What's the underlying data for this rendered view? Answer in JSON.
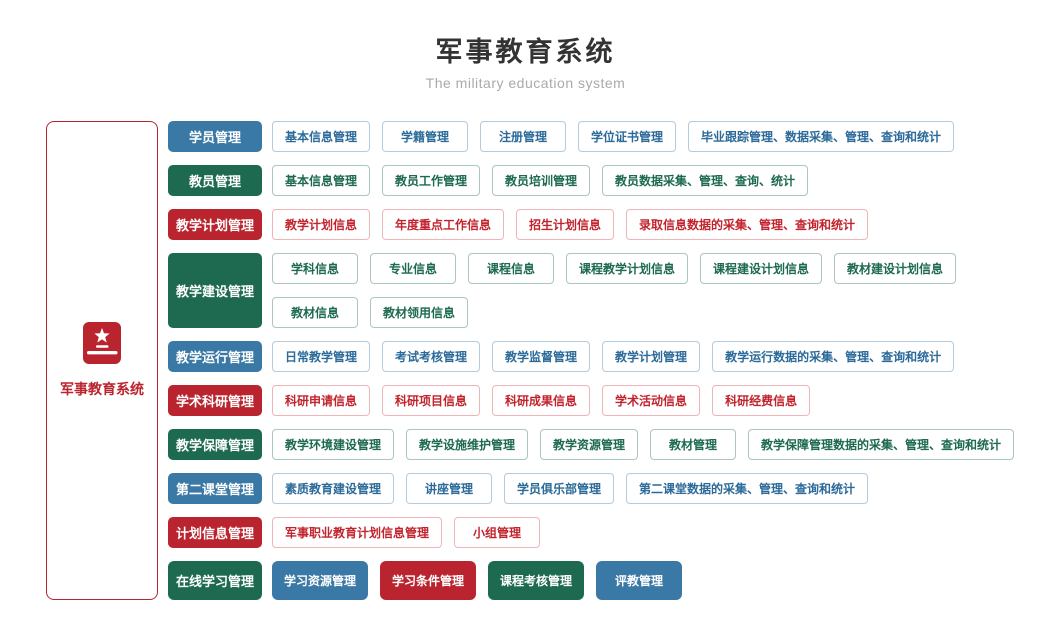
{
  "header": {
    "title": "军事教育系统",
    "subtitle": "The military education system"
  },
  "root": {
    "label": "军事教育系统",
    "icon": "book-icon"
  },
  "colors": {
    "blue": "#3a78a5",
    "green": "#1d6a50",
    "red": "#b9242e",
    "red_bright": "#c2242e",
    "blue_dark": "#2b6a99",
    "blue_light": "#b3cbde",
    "green_light": "#a9c8bb",
    "red_light": "#eeb5b9"
  },
  "groups": [
    {
      "label": "学员管理",
      "color": "blue",
      "item_rows": [
        [
          {
            "label": "基本信息管理"
          },
          {
            "label": "学籍管理"
          },
          {
            "label": "注册管理"
          },
          {
            "label": "学位证书管理"
          },
          {
            "label": "毕业跟踪管理、数据采集、管理、查询和统计"
          }
        ]
      ]
    },
    {
      "label": "教员管理",
      "color": "green",
      "item_rows": [
        [
          {
            "label": "基本信息管理"
          },
          {
            "label": "教员工作管理"
          },
          {
            "label": "教员培训管理"
          },
          {
            "label": "教员数据采集、管理、查询、统计"
          }
        ]
      ]
    },
    {
      "label": "教学计划管理",
      "color": "red",
      "item_rows": [
        [
          {
            "label": "教学计划信息"
          },
          {
            "label": "年度重点工作信息"
          },
          {
            "label": "招生计划信息"
          },
          {
            "label": "录取信息数据的采集、管理、查询和统计"
          }
        ]
      ]
    },
    {
      "label": "教学建设管理",
      "color": "green",
      "item_rows": [
        [
          {
            "label": "学科信息"
          },
          {
            "label": "专业信息"
          },
          {
            "label": "课程信息"
          },
          {
            "label": "课程教学计划信息"
          },
          {
            "label": "课程建设计划信息"
          },
          {
            "label": "教材建设计划信息"
          }
        ],
        [
          {
            "label": "教材信息"
          },
          {
            "label": "教材领用信息"
          }
        ]
      ]
    },
    {
      "label": "教学运行管理",
      "color": "blue",
      "item_rows": [
        [
          {
            "label": "日常教学管理"
          },
          {
            "label": "考试考核管理"
          },
          {
            "label": "教学监督管理"
          },
          {
            "label": "教学计划管理"
          },
          {
            "label": "教学运行数据的采集、管理、查询和统计"
          }
        ]
      ]
    },
    {
      "label": "学术科研管理",
      "color": "red",
      "item_rows": [
        [
          {
            "label": "科研申请信息"
          },
          {
            "label": "科研项目信息"
          },
          {
            "label": "科研成果信息"
          },
          {
            "label": "学术活动信息"
          },
          {
            "label": "科研经费信息"
          }
        ]
      ]
    },
    {
      "label": "教学保障管理",
      "color": "green",
      "item_rows": [
        [
          {
            "label": "教学环境建设管理"
          },
          {
            "label": "教学设施维护管理"
          },
          {
            "label": "教学资源管理"
          },
          {
            "label": "教材管理"
          },
          {
            "label": "教学保障管理数据的采集、管理、查询和统计"
          }
        ]
      ]
    },
    {
      "label": "第二课堂管理",
      "color": "blue",
      "item_rows": [
        [
          {
            "label": "素质教育建设管理"
          },
          {
            "label": "讲座管理"
          },
          {
            "label": "学员俱乐部管理"
          },
          {
            "label": "第二课堂数据的采集、管理、查询和统计"
          }
        ]
      ]
    },
    {
      "label": "计划信息管理",
      "color": "red",
      "item_rows": [
        [
          {
            "label": "军事职业教育计划信息管理"
          },
          {
            "label": "小组管理"
          }
        ]
      ]
    },
    {
      "label": "在线学习管理",
      "color": "green",
      "large": true,
      "item_rows": [
        [
          {
            "label": "学习资源管理",
            "variant": "solid",
            "color": "blue"
          },
          {
            "label": "学习条件管理",
            "variant": "solid",
            "color": "red"
          },
          {
            "label": "课程考核管理",
            "variant": "solid",
            "color": "green"
          },
          {
            "label": "评教管理",
            "variant": "solid",
            "color": "blue"
          }
        ]
      ]
    }
  ]
}
